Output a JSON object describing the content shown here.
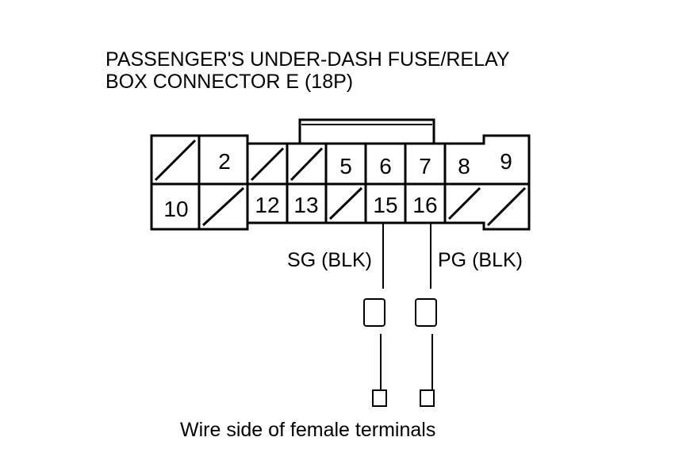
{
  "title": {
    "line1": "PASSENGER'S UNDER-DASH FUSE/RELAY",
    "line2": "BOX CONNECTOR E (18P)"
  },
  "connector": {
    "top_row": [
      "",
      "2",
      "",
      "",
      "5",
      "6",
      "7",
      "8",
      "9"
    ],
    "bottom_row": [
      "10",
      "",
      "12",
      "13",
      "",
      "15",
      "16",
      "",
      ""
    ]
  },
  "wires": {
    "sg": "SG (BLK)",
    "pg": "PG (BLK)"
  },
  "caption": "Wire side of female terminals",
  "colors": {
    "line": "#000000",
    "background": "#ffffff"
  }
}
